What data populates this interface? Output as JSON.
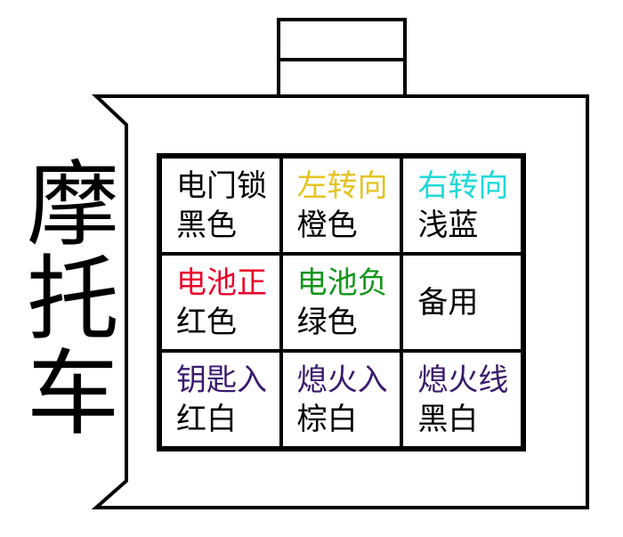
{
  "side_title": [
    "摩",
    "托",
    "车"
  ],
  "cells": [
    {
      "function": "电门锁",
      "wire_color": "黑色",
      "label_color": "#000000"
    },
    {
      "function": "左转向",
      "wire_color": "橙色",
      "label_color": "#e6c31e"
    },
    {
      "function": "右转向",
      "wire_color": "浅蓝",
      "label_color": "#1ed8d8"
    },
    {
      "function": "电池正",
      "wire_color": "红色",
      "label_color": "#e8002a"
    },
    {
      "function": "电池负",
      "wire_color": "绿色",
      "label_color": "#11951a"
    },
    {
      "function": "备用",
      "wire_color": "",
      "label_color": "#000000"
    },
    {
      "function": "钥匙入",
      "wire_color": "红白",
      "label_color": "#3b1a6e"
    },
    {
      "function": "熄火入",
      "wire_color": "棕白",
      "label_color": "#3b1a6e"
    },
    {
      "function": "熄火线",
      "wire_color": "黑白",
      "label_color": "#3b1a6e"
    }
  ]
}
